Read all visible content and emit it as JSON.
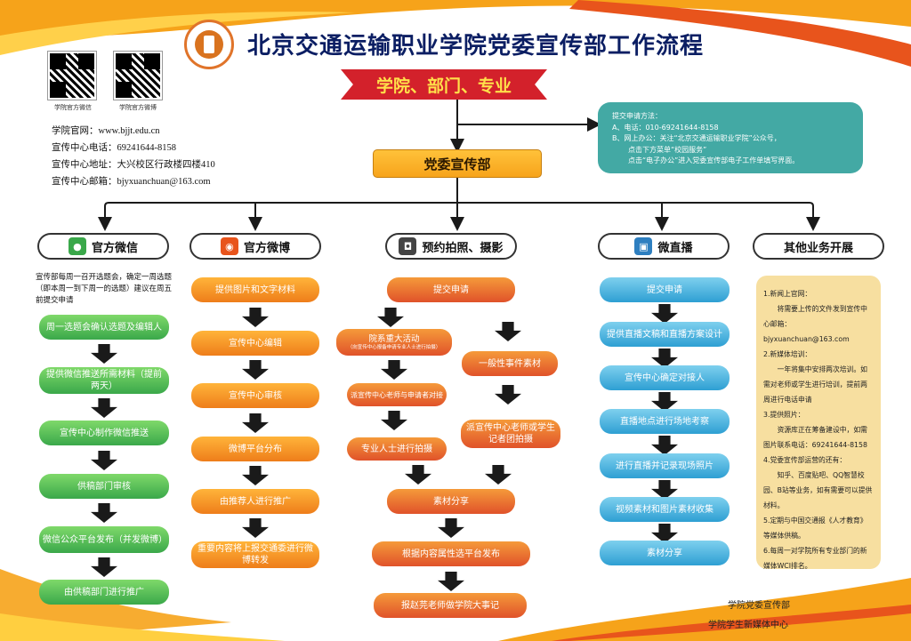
{
  "header": {
    "title": "北京交通运输职业学院党委宣传部工作流程",
    "ribbon": "学院、部门、专业"
  },
  "qr": {
    "wechat_label": "学院官方微信",
    "weibo_label": "学院官方微博"
  },
  "contact": {
    "website": "学院官网：www.bjjt.edu.cn",
    "phone": "宣传中心电话：69241644-8158",
    "address": "宣传中心地址：大兴校区行政楼四楼410",
    "email": "宣传中心邮箱：bjyxuanchuan@163.com"
  },
  "main_box": "党委宣传部",
  "submit": {
    "title": "提交申请方法：",
    "line_a": "A、电话：010-69241644-8158",
    "line_b": "B、网上办公：关注“北京交通运输职业学院”公众号，",
    "line_b2": "点击下方菜单“校园服务”",
    "line_b3": "点击“电子办公”进入党委宣传部电子工作单填写界面。"
  },
  "categories": {
    "wechat": "官方微信",
    "weibo": "官方微博",
    "photo": "预约拍照、摄影",
    "live": "微直播",
    "other": "其他业务开展"
  },
  "wechat": {
    "note": "宣传部每周一召开选题会，确定一周选题（即本周一到下周一的选题）建议在周五前提交申请",
    "steps": [
      "周一选题会确认选题及编辑人",
      "提供微信推送所需材料（提前两天）",
      "宣传中心制作微信推送",
      "供稿部门审核",
      "微信公众平台发布（并发微博）",
      "由供稿部门进行推广"
    ]
  },
  "weibo": {
    "steps": [
      "提供图片和文字材料",
      "宣传中心编辑",
      "宣传中心审核",
      "微博平台分布",
      "由推荐人进行推广",
      "重要内容将上报交通委进行微博转发"
    ]
  },
  "photo": {
    "submit": "提交申请",
    "major": "院系重大活动",
    "major_sub": "（向宣传中心报备申请专业人士进行拍摄）",
    "assign": "派宣传中心老师与申请者对接",
    "pro_shoot": "专业人士进行拍摄",
    "general": "一般性事件素材",
    "student": "派宣传中心老师或学生记者团拍摄",
    "share": "素材分享",
    "publish": "根据内容属性选平台发布",
    "report": "报赵芫老师做学院大事记"
  },
  "live": {
    "steps": [
      "提交申请",
      "提供直播文稿和直播方案设计",
      "宣传中心确定对接人",
      "直播地点进行场地考察",
      "进行直播并记录现场照片",
      "视频素材和图片素材收集",
      "素材分享"
    ]
  },
  "other": {
    "l1": "1.新闻上官网：",
    "l2": "将需要上传的文件发到宣传中心邮箱：bjyxuanchuan@163.com",
    "l3": "2.新媒体培训：",
    "l4": "一年将集中安排两次培训。如需对老师或学生进行培训，提前两周进行电话申请",
    "l5": "3.提供照片：",
    "l6": "资源库正在筹备建设中，如需图片联系电话：69241644-8158",
    "l7": "4.党委宣传部运营的还有：",
    "l8": "知乎、百度贴吧、QQ智慧校园、B站等业务，如有需要可以提供材料。",
    "l9": "5.定期与中国交通报《人才教育》等媒体供稿。",
    "l10": "6.每周一对学院所有专业部门的新媒体WCI排名。"
  },
  "footer": {
    "line1": "学院党委宣传部",
    "line2": "学院学生新媒体中心"
  },
  "colors": {
    "title": "#0b1e63",
    "ribbon": "#d3212b",
    "green": "#3aa84a",
    "orange": "#ee7d1a",
    "blue": "#2e9fd3",
    "teal": "#43a9a4"
  }
}
